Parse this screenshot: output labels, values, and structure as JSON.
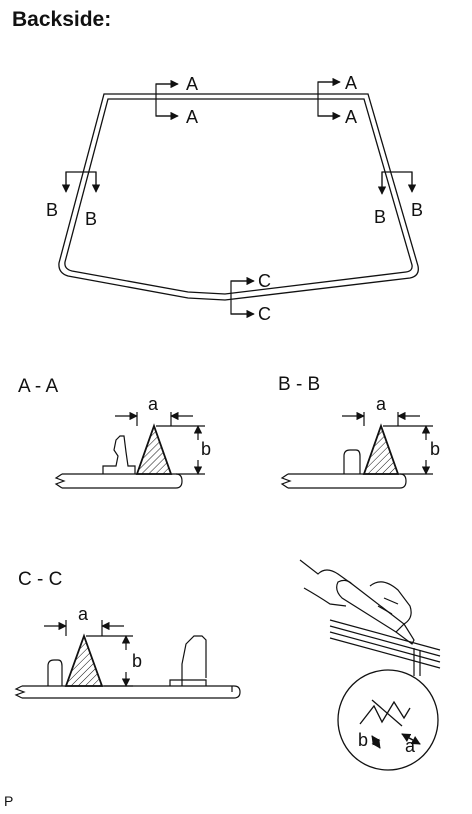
{
  "title": "Backside:",
  "figure_code": "P",
  "windshield_marks": {
    "a1": "A",
    "a2": "A",
    "a3": "A",
    "a4": "A",
    "b1": "B",
    "b2": "B",
    "b3": "B",
    "b4": "B",
    "c1": "C",
    "c2": "C"
  },
  "sections": {
    "aa": {
      "title": "A - A",
      "dim_a": "a",
      "dim_b": "b"
    },
    "bb": {
      "title": "B - B",
      "dim_a": "a",
      "dim_b": "b"
    },
    "cc": {
      "title": "C - C",
      "dim_a": "a",
      "dim_b": "b"
    }
  },
  "detail": {
    "dim_a": "a",
    "dim_b": "b"
  }
}
